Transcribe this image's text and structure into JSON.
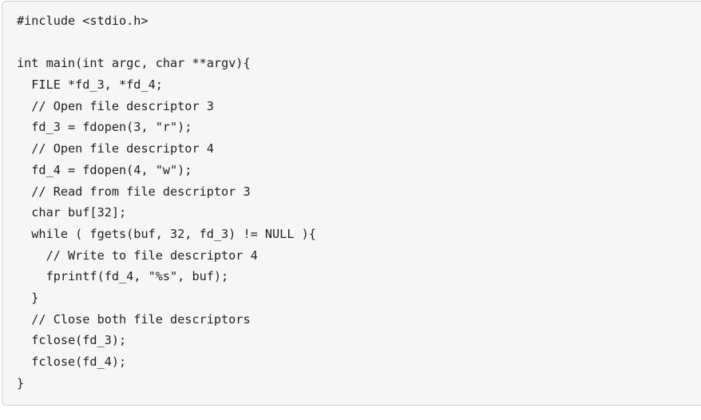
{
  "code_block": {
    "lines": [
      "#include <stdio.h>",
      "",
      "int main(int argc, char **argv){",
      "  FILE *fd_3, *fd_4;",
      "  // Open file descriptor 3",
      "  fd_3 = fdopen(3, \"r\");",
      "  // Open file descriptor 4",
      "  fd_4 = fdopen(4, \"w\");",
      "  // Read from file descriptor 3",
      "  char buf[32];",
      "  while ( fgets(buf, 32, fd_3) != NULL ){",
      "    // Write to file descriptor 4",
      "    fprintf(fd_4, \"%s\", buf);",
      "  }",
      "  // Close both file descriptors",
      "  fclose(fd_3);",
      "  fclose(fd_4);",
      "}"
    ]
  }
}
